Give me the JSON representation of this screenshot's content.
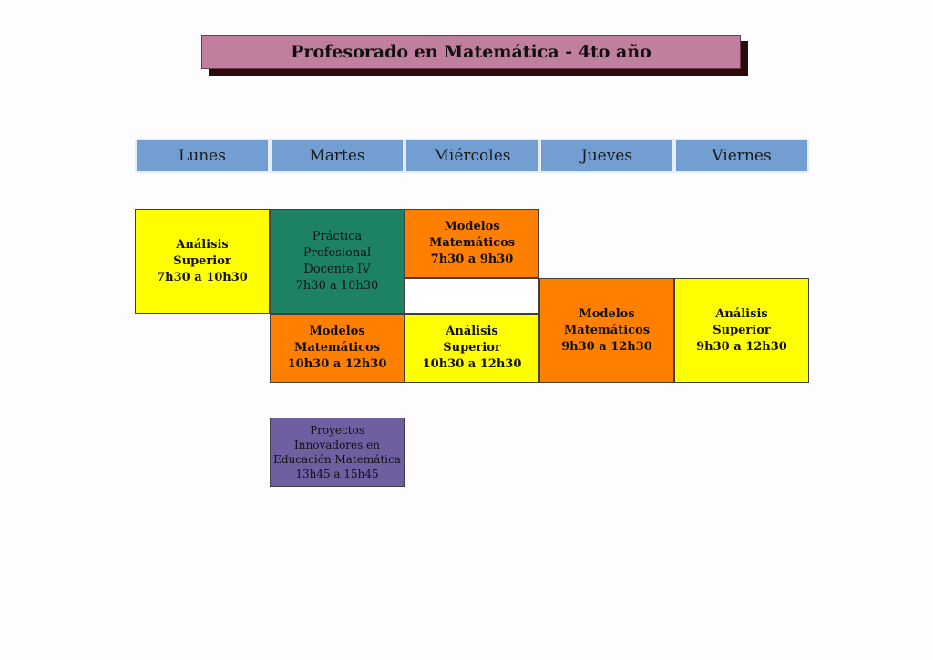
{
  "title": "Profesorado en Matemática - 4to año",
  "days": [
    "Lunes",
    "Martes",
    "Miércoles",
    "Jueves",
    "Viernes"
  ],
  "colors": {
    "title_bg": "#c17f9f",
    "header_bg": "#739ed1",
    "analisis": "#ffff00",
    "modelos": "#ff8000",
    "practica": "#1c8263",
    "proyectos": "#6f5fa0"
  },
  "schedule": {
    "lunes_analisis": "Análisis\nSuperior\n7h30 a 10h30",
    "martes_practica": "Práctica\nProfesional\nDocente IV\n7h30 a 10h30",
    "martes_modelos": "Modelos\nMatemáticos\n10h30 a 12h30",
    "martes_proyectos": "Proyectos\nInnovadores en\nEducación Matemática\n13h45 a 15h45",
    "miercoles_modelos": "Modelos\nMatemáticos\n7h30 a 9h30",
    "miercoles_analisis": "Análisis\nSuperior\n10h30 a 12h30",
    "jueves_modelos": "Modelos\nMatemáticos\n9h30 a 12h30",
    "viernes_analisis": "Análisis\nSuperior\n9h30 a 12h30"
  }
}
